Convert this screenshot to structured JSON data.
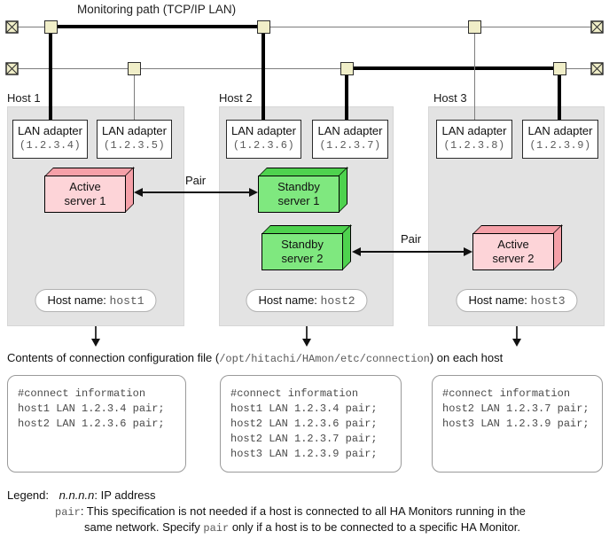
{
  "colors": {
    "node-fill": "#f0eec8",
    "host-bg": "#e3e3e3",
    "active-face": "#fdd4d8",
    "active-side": "#f5a0a8",
    "standby-face": "#7fe87f",
    "standby-side": "#4ed24e",
    "mono": "#5a5a5a",
    "thin": "#7d7d7d",
    "thick": "#000000"
  },
  "title": "Monitoring path (TCP/IP LAN)",
  "hosts": [
    {
      "label": "Host 1",
      "adapters": [
        {
          "label": "LAN adapter",
          "ip": "(1.2.3.4)"
        },
        {
          "label": "LAN adapter",
          "ip": "(1.2.3.5)"
        }
      ],
      "host_name_label": "Host name:",
      "host_name": "host1",
      "servers": [
        {
          "text": "Active\nserver 1",
          "type": "active"
        }
      ]
    },
    {
      "label": "Host 2",
      "adapters": [
        {
          "label": "LAN adapter",
          "ip": "(1.2.3.6)"
        },
        {
          "label": "LAN adapter",
          "ip": "(1.2.3.7)"
        }
      ],
      "host_name_label": "Host name:",
      "host_name": "host2",
      "servers": [
        {
          "text": "Standby\nserver 1",
          "type": "standby"
        },
        {
          "text": "Standby\nserver 2",
          "type": "standby"
        }
      ]
    },
    {
      "label": "Host 3",
      "adapters": [
        {
          "label": "LAN adapter",
          "ip": "(1.2.3.8)"
        },
        {
          "label": "LAN adapter",
          "ip": "(1.2.3.9)"
        }
      ],
      "host_name_label": "Host name:",
      "host_name": "host3",
      "servers": [
        {
          "text": "Active\nserver 2",
          "type": "active"
        }
      ]
    }
  ],
  "pairs": [
    {
      "label": "Pair"
    },
    {
      "label": "Pair"
    }
  ],
  "caption": {
    "prefix": "Contents of connection configuration file (",
    "path": "/opt/hitachi/HAmon/etc/connection",
    "suffix": ") on each host"
  },
  "config_files": [
    {
      "lines": [
        "#connect information",
        "host1 LAN 1.2.3.4 pair;",
        "host2 LAN 1.2.3.6 pair;"
      ]
    },
    {
      "lines": [
        "#connect information",
        "host1 LAN 1.2.3.4 pair;",
        "host2 LAN 1.2.3.6 pair;",
        "host2 LAN 1.2.3.7 pair;",
        "host3 LAN 1.2.3.9 pair;"
      ]
    },
    {
      "lines": [
        "#connect information",
        "host2 LAN 1.2.3.7 pair;",
        "host3 LAN 1.2.3.9 pair;"
      ]
    }
  ],
  "legend": {
    "heading": "Legend:",
    "ip_term": "n.n.n.n",
    "ip_desc": ": IP address",
    "pair_term": "pair",
    "pair_desc_line1": ": This specification is not needed if a host is connected to all HA Monitors running in the",
    "pair_desc_line2_pre": "same network. Specify ",
    "pair_desc_line2_term": "pair",
    "pair_desc_line2_post": " only if a host is to be connected to a specific HA Monitor."
  }
}
